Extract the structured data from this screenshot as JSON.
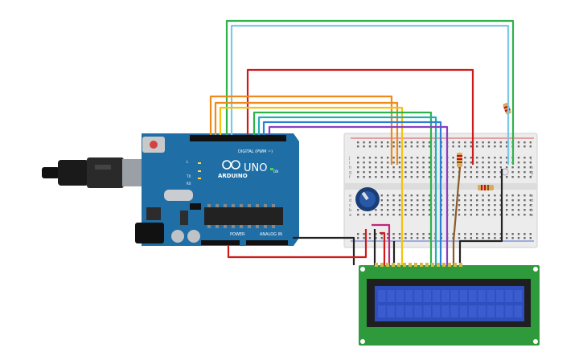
{
  "arduino": {
    "brand": "ARDUINO",
    "model": "UNO",
    "digital_header": "DIGITAL (PWM ~)",
    "power_label": "POWER",
    "analog_label": "ANALOG IN",
    "on_label": "ON",
    "tx_label": "TX",
    "rx_label": "RX",
    "l_label": "L"
  },
  "breadboard": {
    "row_letters_top": [
      "j",
      "i",
      "h",
      "g",
      "f"
    ],
    "row_letters_bottom": [
      "e",
      "d",
      "c",
      "b",
      "a"
    ]
  },
  "lcd": {
    "type": "16x2 character LCD",
    "pins": 16
  },
  "colors": {
    "board_blue": "#1f6fa6",
    "lcd_green": "#2e9a3c",
    "lcd_screen": "#2f4fbf",
    "wire_red": "#d01a1a",
    "wire_orange": "#ef8a1a",
    "wire_yellow": "#f2c40f",
    "wire_green": "#2fb24a",
    "wire_teal": "#20b0b0",
    "wire_blue": "#2d7fd6",
    "wire_purple": "#8a3fc4",
    "wire_black": "#222222",
    "wire_brown": "#8a5a2b",
    "wire_magenta": "#c0267a",
    "wire_lightblue": "#7fc7e6"
  }
}
